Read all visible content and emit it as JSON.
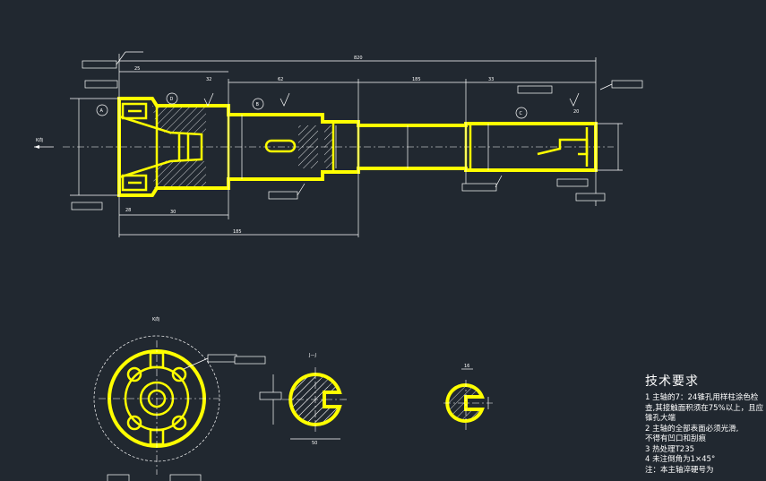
{
  "notes": {
    "title": "技术要求",
    "lines": [
      "1    主轴的7：24锥孔用样柱涂色检",
      "查,其接触面积须在75%以上，且应",
      "锥孔大端",
      "2    主轴的全部表面必须光滑,",
      "不得有凹口和刮痕",
      "3    热处理T235",
      "4    未注倒角为1×45°",
      "注：本主轴淬硬号为"
    ]
  },
  "labels": {
    "section_a": "A",
    "section_b": "B",
    "section_c": "C",
    "section_d": "D",
    "view_k_main": "K向",
    "view_k_bottom": "K向",
    "section_jj": "J—J",
    "total_length": "820"
  },
  "colors": {
    "background": "#212830",
    "outline": "#ffff00",
    "annotation": "#ffffff"
  }
}
